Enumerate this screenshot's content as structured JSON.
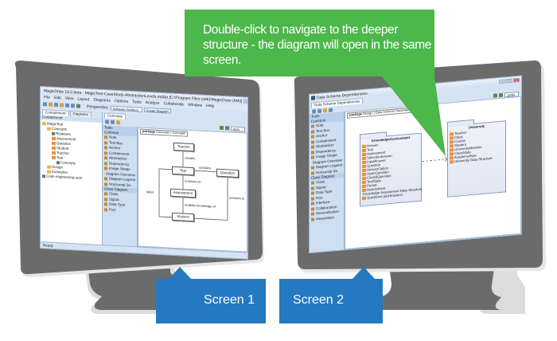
{
  "callouts": {
    "instruction": "Double-click to navigate to the deeper structure - the diagram will open in the same screen.",
    "screen1_label": "Screen 1",
    "screen2_label": "Screen 2"
  },
  "colors": {
    "callout_green": "#4cb74a",
    "callout_blue": "#2479c1",
    "monitor_gray": "#6b6b6b"
  },
  "screen1": {
    "title": "MagicDraw 18.0 beta - MagicTest-CaseStudy-AbstractionLevels.mdzip [C:\\Program Files (x86)\\MagicDraw (MA)]",
    "menu": [
      "File",
      "Edit",
      "View",
      "Layout",
      "Diagrams",
      "Options",
      "Tools",
      "Analyze",
      "Collaborate",
      "Window",
      "Help"
    ],
    "perspective_label": "Perspective:",
    "perspective_value": "Software Architect",
    "create_diagram": "Create Diagram",
    "panel_tabs": [
      "Containment",
      "Diagrams"
    ],
    "panel_header": "Containment",
    "tree": [
      {
        "label": "MagicTest",
        "level": 0,
        "icon": "folder"
      },
      {
        "label": "Concepts",
        "level": 1,
        "icon": "folder"
      },
      {
        "label": "Relations",
        "level": 2,
        "icon": "relation"
      },
      {
        "label": "Assessment",
        "level": 2,
        "icon": "package"
      },
      {
        "label": "Question",
        "level": 2,
        "icon": "package"
      },
      {
        "label": "Student",
        "level": 2,
        "icon": "package"
      },
      {
        "label": "Teacher",
        "level": 2,
        "icon": "package"
      },
      {
        "label": "Test",
        "level": 2,
        "icon": "package"
      },
      {
        "label": "Concepts",
        "level": 3,
        "icon": "diagram"
      },
      {
        "label": "Design",
        "level": 1,
        "icon": "folder"
      },
      {
        "label": "Examples",
        "level": 1,
        "icon": "folder"
      },
      {
        "label": "Code engineering sets",
        "level": 0,
        "icon": "code"
      }
    ],
    "diagram_tab": "Concepts",
    "zoom": "60%",
    "palette": {
      "groups": [
        {
          "name": "Tools",
          "items": []
        },
        {
          "name": "Common",
          "items": [
            "Note",
            "Text Box",
            "Anchor",
            "Containment",
            "Abstraction",
            "Dependency",
            "Image Shape",
            "Diagram Overview",
            "Diagram Legend",
            "Horizontal Se..."
          ]
        },
        {
          "name": "Class Diagram",
          "items": [
            "Class",
            "Signal",
            "Data Type",
            "Port"
          ]
        }
      ]
    },
    "diagram_frame": [
      "package",
      "Concepts",
      "Concepts"
    ],
    "nodes": [
      "Teacher",
      "Test",
      "Question",
      "Assessment",
      "Student"
    ],
    "edges": [
      "creates",
      "contains",
      "is based on",
      "takes",
      "answers to",
      "enables knowledge of"
    ],
    "status": "Ready"
  },
  "screen2": {
    "title": "Data Scheme Dependencies",
    "diagram_tab": "Data Scheme Dependencies",
    "zoom": "100%",
    "palette": {
      "groups": [
        {
          "name": "Tools",
          "items": []
        },
        {
          "name": "Common",
          "items": [
            "Note",
            "Text Box",
            "Anchor",
            "Containment",
            "Abstraction",
            "Dependency",
            "Image Shape",
            "Diagram Overview",
            "Diagram Legend",
            "Horizontal Se..."
          ]
        },
        {
          "name": "Class Diagram",
          "items": [
            "Class",
            "Signal",
            "Data Type",
            "Port",
            "Interface",
            "Collaboration",
            "Generalization",
            "Association"
          ]
        }
      ]
    },
    "diagram_frame": [
      "package",
      "Design",
      "Data Scheme Dependencies"
    ],
    "packages": [
      {
        "name": "KnowledgeAssessment",
        "items": [
          "Answer",
          "Test",
          "Assessment",
          "SelectionAnswer",
          "InputAnswer",
          "Question",
          "AnswerOption",
          "OpenQuestion",
          "ClosedQuestion",
          "TestState",
          "Period",
          "Assessment",
          "Knowledge Assessment Data Structure",
          "Questions and Answers"
        ]
      },
      {
        "name": "University",
        "items": [
          "Teacher",
          "Class",
          "Course",
          "Student",
          "UniversityMember",
          "ClassState",
          "AcademicRole",
          "University Data Structure"
        ]
      }
    ]
  }
}
